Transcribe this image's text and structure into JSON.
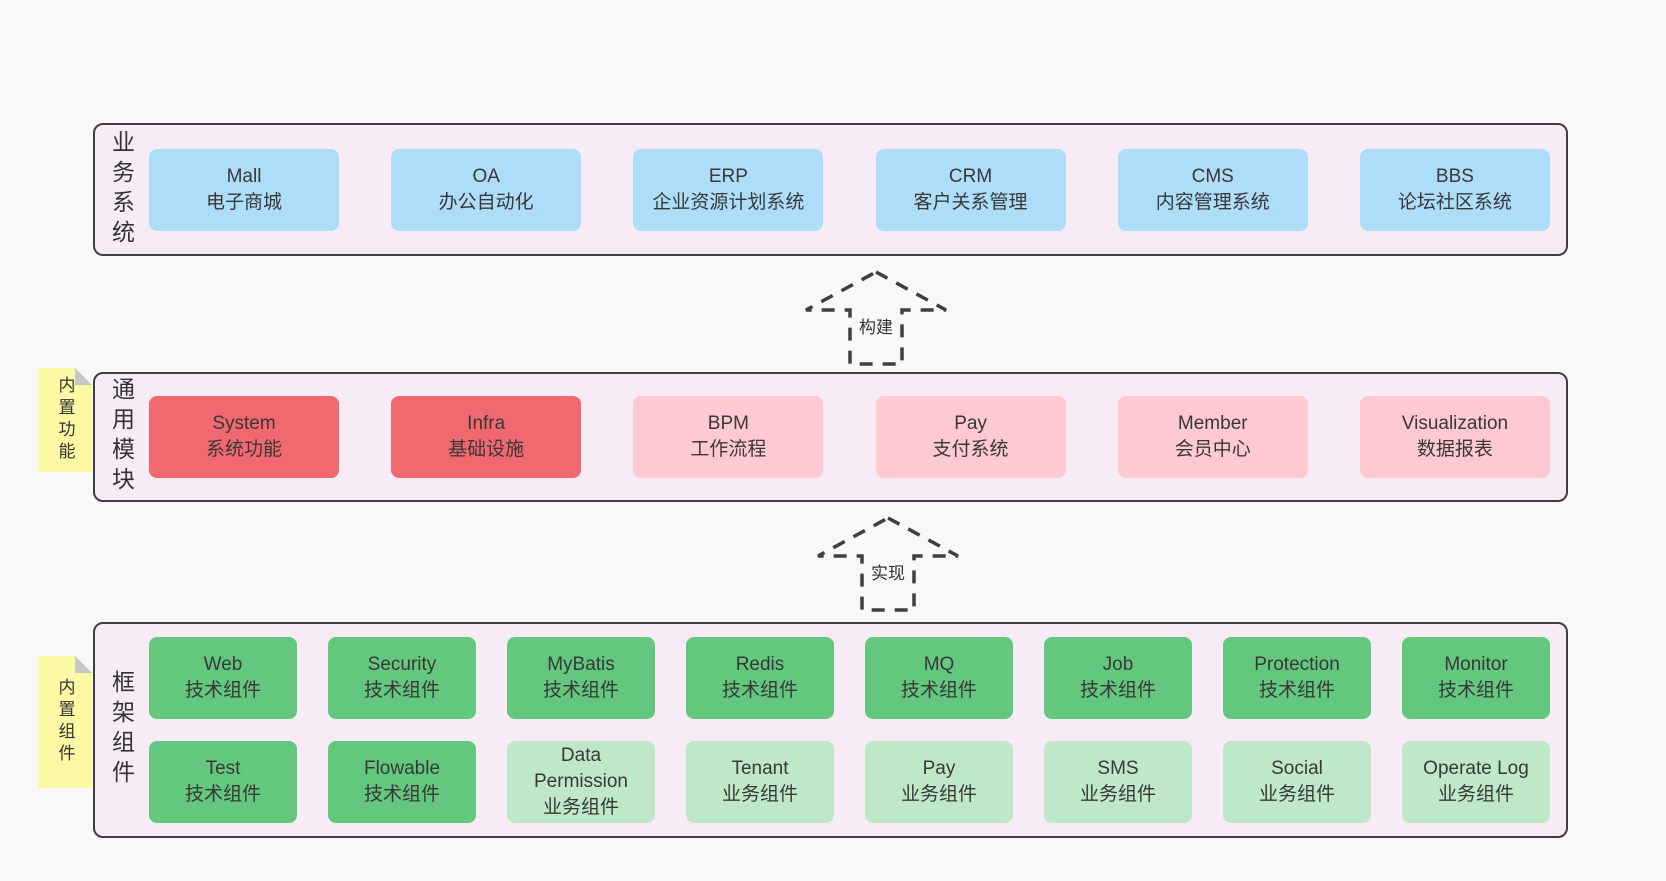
{
  "colors": {
    "page-bg": "#f8f8f8",
    "panel-bg": "#f7ecf5",
    "panel-border": "#3f3f3f",
    "box-blue": "#aeddfa",
    "box-red": "#f2686f",
    "box-pink": "#ffc9d2",
    "box-green": "#63c77e",
    "box-lightgreen": "#bfe8c8",
    "note-bg": "#fbf9a3",
    "note-fold": "#c8c8c8",
    "text": "#3a3a3a"
  },
  "layers": {
    "business": {
      "label": "业务系统",
      "items": [
        {
          "title": "Mall",
          "subtitle": "电子商城",
          "variant": "blue"
        },
        {
          "title": "OA",
          "subtitle": "办公自动化",
          "variant": "blue"
        },
        {
          "title": "ERP",
          "subtitle": "企业资源计划系统",
          "variant": "blue"
        },
        {
          "title": "CRM",
          "subtitle": "客户关系管理",
          "variant": "blue"
        },
        {
          "title": "CMS",
          "subtitle": "内容管理系统",
          "variant": "blue"
        },
        {
          "title": "BBS",
          "subtitle": "论坛社区系统",
          "variant": "blue"
        }
      ]
    },
    "modules": {
      "label": "通用模块",
      "note": "内置功能",
      "items": [
        {
          "title": "System",
          "subtitle": "系统功能",
          "variant": "red"
        },
        {
          "title": "Infra",
          "subtitle": "基础设施",
          "variant": "red"
        },
        {
          "title": "BPM",
          "subtitle": "工作流程",
          "variant": "pink"
        },
        {
          "title": "Pay",
          "subtitle": "支付系统",
          "variant": "pink"
        },
        {
          "title": "Member",
          "subtitle": "会员中心",
          "variant": "pink"
        },
        {
          "title": "Visualization",
          "subtitle": "数据报表",
          "variant": "pink"
        }
      ]
    },
    "components": {
      "label": "框架组件",
      "note": "内置组件",
      "row1": [
        {
          "title": "Web",
          "subtitle": "技术组件",
          "variant": "green"
        },
        {
          "title": "Security",
          "subtitle": "技术组件",
          "variant": "green"
        },
        {
          "title": "MyBatis",
          "subtitle": "技术组件",
          "variant": "green"
        },
        {
          "title": "Redis",
          "subtitle": "技术组件",
          "variant": "green"
        },
        {
          "title": "MQ",
          "subtitle": "技术组件",
          "variant": "green"
        },
        {
          "title": "Job",
          "subtitle": "技术组件",
          "variant": "green"
        },
        {
          "title": "Protection",
          "subtitle": "技术组件",
          "variant": "green"
        },
        {
          "title": "Monitor",
          "subtitle": "技术组件",
          "variant": "green"
        }
      ],
      "row2": [
        {
          "title": "Test",
          "subtitle": "技术组件",
          "variant": "green"
        },
        {
          "title": "Flowable",
          "subtitle": "技术组件",
          "variant": "green"
        },
        {
          "title": "Data Permission",
          "subtitle": "业务组件",
          "variant": "lightgreen"
        },
        {
          "title": "Tenant",
          "subtitle": "业务组件",
          "variant": "lightgreen"
        },
        {
          "title": "Pay",
          "subtitle": "业务组件",
          "variant": "lightgreen"
        },
        {
          "title": "SMS",
          "subtitle": "业务组件",
          "variant": "lightgreen"
        },
        {
          "title": "Social",
          "subtitle": "业务组件",
          "variant": "lightgreen"
        },
        {
          "title": "Operate Log",
          "subtitle": "业务组件",
          "variant": "lightgreen"
        }
      ]
    }
  },
  "arrows": [
    {
      "label": "构建"
    },
    {
      "label": "实现"
    }
  ]
}
